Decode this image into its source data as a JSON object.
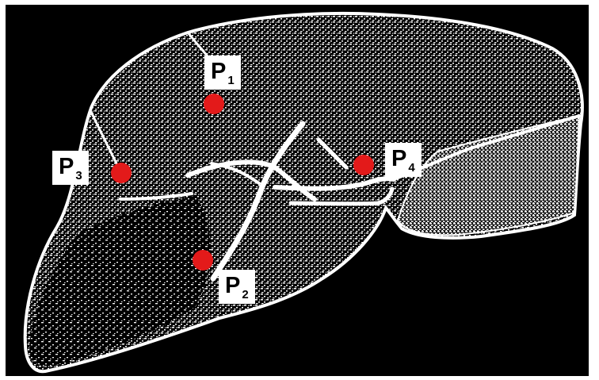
{
  "colors": {
    "background": "#000000",
    "mesh": "#ffffff",
    "marker": "#e31a1a",
    "label_background": "#ffffff",
    "label_text": "#000000"
  },
  "points": [
    {
      "id": "p1",
      "letter": "P",
      "index": "1"
    },
    {
      "id": "p2",
      "letter": "P",
      "index": "2"
    },
    {
      "id": "p3",
      "letter": "P",
      "index": "3"
    },
    {
      "id": "p4",
      "letter": "P",
      "index": "4"
    }
  ]
}
